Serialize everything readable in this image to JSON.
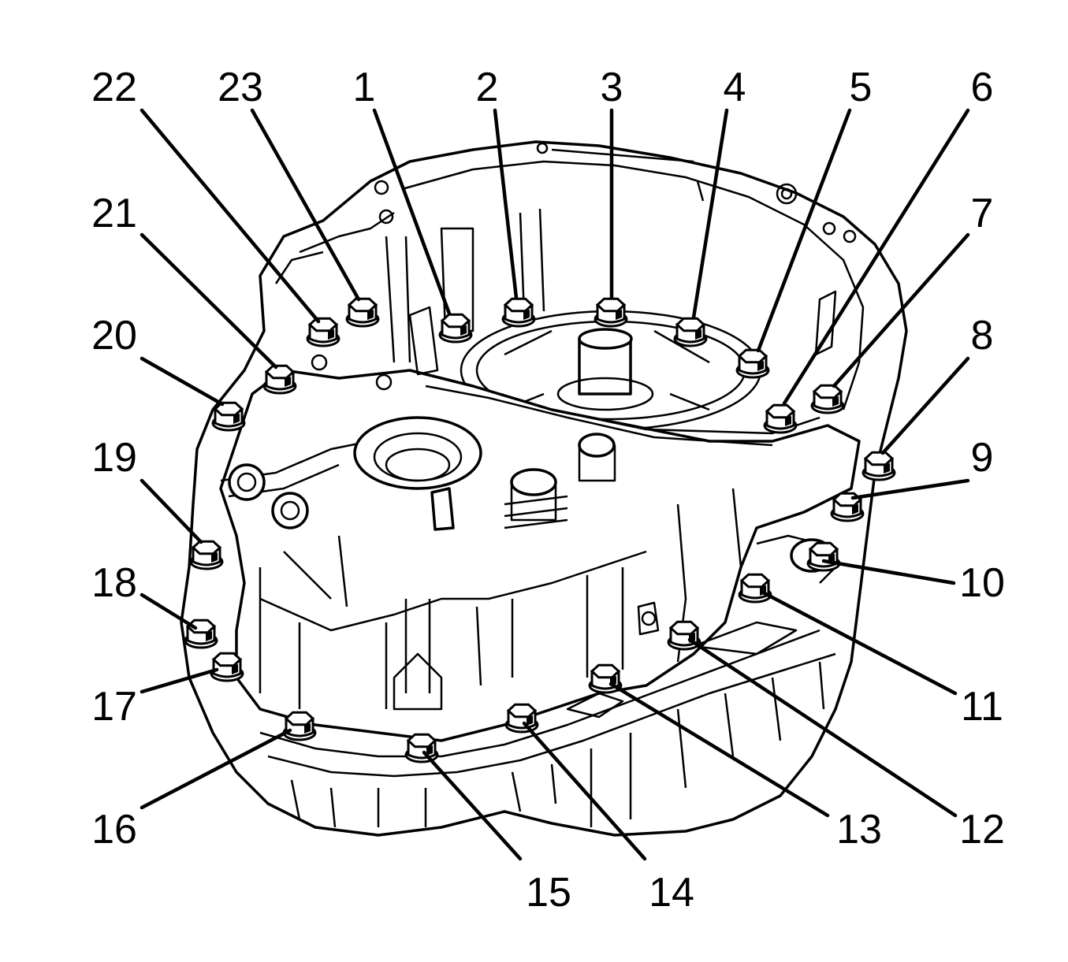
{
  "callouts": [
    {
      "n": "1",
      "label": "1"
    },
    {
      "n": "2",
      "label": "2"
    },
    {
      "n": "3",
      "label": "3"
    },
    {
      "n": "4",
      "label": "4"
    },
    {
      "n": "5",
      "label": "5"
    },
    {
      "n": "6",
      "label": "6"
    },
    {
      "n": "7",
      "label": "7"
    },
    {
      "n": "8",
      "label": "8"
    },
    {
      "n": "9",
      "label": "9"
    },
    {
      "n": "10",
      "label": "10"
    },
    {
      "n": "11",
      "label": "11"
    },
    {
      "n": "12",
      "label": "12"
    },
    {
      "n": "13",
      "label": "13"
    },
    {
      "n": "14",
      "label": "14"
    },
    {
      "n": "15",
      "label": "15"
    },
    {
      "n": "16",
      "label": "16"
    },
    {
      "n": "17",
      "label": "17"
    },
    {
      "n": "18",
      "label": "18"
    },
    {
      "n": "19",
      "label": "19"
    },
    {
      "n": "20",
      "label": "20"
    },
    {
      "n": "21",
      "label": "21"
    },
    {
      "n": "22",
      "label": "22"
    },
    {
      "n": "23",
      "label": "23"
    }
  ],
  "colors": {
    "ink": "#000000",
    "paper": "#ffffff"
  }
}
